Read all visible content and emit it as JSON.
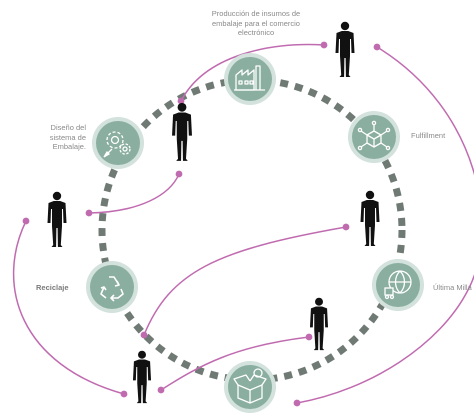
{
  "diagram": {
    "stages": [
      {
        "id": "produccion",
        "label": "Producción de insumos de embalaje para el comercio electrónico",
        "icon": "factory-icon"
      },
      {
        "id": "fulfillment",
        "label": "Fulfillment",
        "icon": "network-box-icon"
      },
      {
        "id": "ultima-milla",
        "label": "Última Milla",
        "icon": "delivery-globe-icon"
      },
      {
        "id": "consumo",
        "label": "",
        "icon": "open-box-icon"
      },
      {
        "id": "reciclaje",
        "label": "Reciclaje",
        "icon": "recycle-icon"
      },
      {
        "id": "diseno",
        "label": "Diseño del sistema de Embalaje.",
        "icon": "design-gears-icon"
      }
    ],
    "labels": {
      "produccion": [
        "Producción de insumos de",
        "embalaje para el comercio",
        "electrónico"
      ],
      "diseno": [
        "Diseño del",
        "sistema de",
        "Embalaje."
      ],
      "fulfillment": "Fulfillment",
      "ultima": "Última Milla",
      "reciclaje": "Reciclaje"
    },
    "colors": {
      "ring_dash": "#707a74",
      "node_fill": "#8aaea0",
      "node_ring": "#d3e2dc",
      "icon_stroke": "#ffffff",
      "connector": "#c06bb0",
      "person": "#111111",
      "label": "#8a8a8a"
    }
  }
}
